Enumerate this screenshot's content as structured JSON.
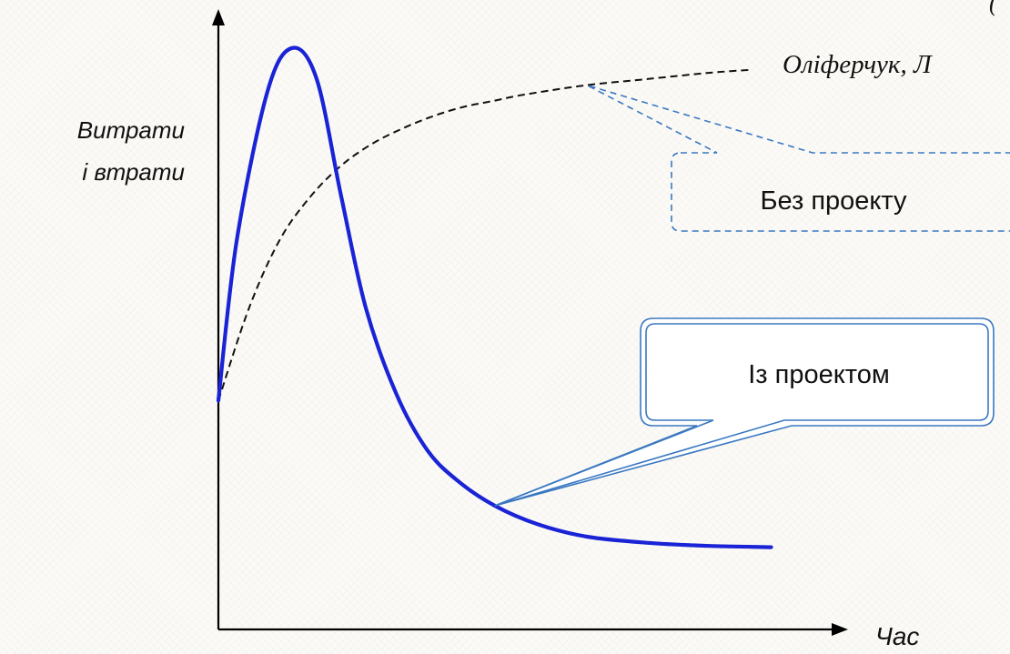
{
  "source_note": {
    "author_text": "Оліферчук, Л",
    "paren_text": "("
  },
  "chart_data": {
    "type": "line",
    "title": "",
    "xlabel": "Час",
    "ylabel_lines": [
      "Витрати",
      "і втрати"
    ],
    "grid": false,
    "x_range": [
      0,
      10
    ],
    "y_range": [
      0,
      10
    ],
    "series": [
      {
        "name": "Із проектом",
        "style": "solid",
        "color": "#1a23d6",
        "x": [
          0.0,
          0.3,
          0.8,
          1.2,
          1.6,
          2.0,
          2.4,
          2.9,
          3.4,
          3.9,
          4.5,
          5.2,
          6.0,
          7.0,
          8.0,
          9.0
        ],
        "y": [
          3.7,
          6.3,
          8.7,
          9.4,
          8.9,
          7.0,
          5.2,
          3.8,
          2.9,
          2.4,
          2.0,
          1.7,
          1.5,
          1.4,
          1.35,
          1.33
        ]
      },
      {
        "name": "Без проекту",
        "style": "dashed",
        "color": "#111111",
        "x": [
          0.0,
          0.5,
          1.0,
          1.5,
          2.0,
          2.5,
          3.0,
          3.5,
          4.0,
          4.5,
          5.0,
          6.0,
          7.0,
          8.0,
          8.7
        ],
        "y": [
          3.7,
          5.2,
          6.3,
          7.0,
          7.5,
          7.85,
          8.1,
          8.3,
          8.45,
          8.55,
          8.65,
          8.8,
          8.9,
          9.0,
          9.05
        ]
      }
    ],
    "callouts": [
      {
        "label": "Без проекту",
        "style": "dashed",
        "color": "#3a78c2",
        "anchor_series": 1,
        "anchor_x": 6.0
      },
      {
        "label": "Із проектом",
        "style": "double",
        "color": "#3a78c2",
        "anchor_series": 0,
        "anchor_x": 4.5
      }
    ]
  }
}
